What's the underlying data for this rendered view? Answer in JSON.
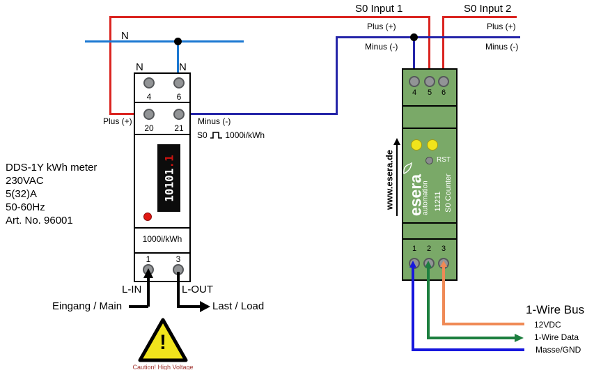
{
  "colors": {
    "red": "#da2420",
    "light_blue": "#1b78d2",
    "dark_blue": "#2525a8",
    "gnd_blue": "#1717dd",
    "green_wire": "#1d7f3f",
    "orange": "#ef8a56",
    "module_green": "#7aa968",
    "led_yellow": "#f0e41c",
    "terminal_gray": "#929496",
    "led_red": "#e01812",
    "display_red": "#cc1410",
    "caption_red": "#a03430"
  },
  "labels": {
    "s0_input_1": "S0 Input 1",
    "s0_input_2": "S0 Input 2",
    "plus_1": "Plus (+)",
    "minus_1": "Minus (-)",
    "plus_2": "Plus (+)",
    "minus_2": "Minus (-)",
    "neutral_top": "N"
  },
  "meter": {
    "n_left": "N",
    "n_right": "N",
    "terminal_4": "4",
    "terminal_6": "6",
    "terminal_20": "20",
    "terminal_21": "21",
    "terminal_1": "1",
    "terminal_3": "3",
    "plus": "Plus (+)",
    "minus": "Minus (-)",
    "s0": "S0",
    "s0_rate": "1000i/kWh",
    "display_value": "10101",
    "display_decimal": ".1",
    "rate": "1000i/kWh",
    "l_in": "L-IN",
    "l_out": "L-OUT",
    "main_label": "Eingang / Main",
    "load_label": "Last / Load",
    "info_lines": [
      "DDS-1Y kWh meter",
      "230VAC",
      "5(32)A",
      "50-60Hz",
      "Art. No. 96001"
    ]
  },
  "module": {
    "terminal_4": "4",
    "terminal_5": "5",
    "terminal_6": "6",
    "terminal_1": "1",
    "terminal_2": "2",
    "terminal_3": "3",
    "rst": "RST",
    "brand": "esera",
    "brand_sub": "automation",
    "article": "11211",
    "product": "S0 Counter",
    "website": "www.esera.de"
  },
  "bus": {
    "title": "1-Wire Bus",
    "power": "12VDC",
    "data": "1-Wire Data",
    "ground": "Masse/GND"
  },
  "warning": {
    "mark": "!",
    "caption": "Caution! High Voltage"
  }
}
